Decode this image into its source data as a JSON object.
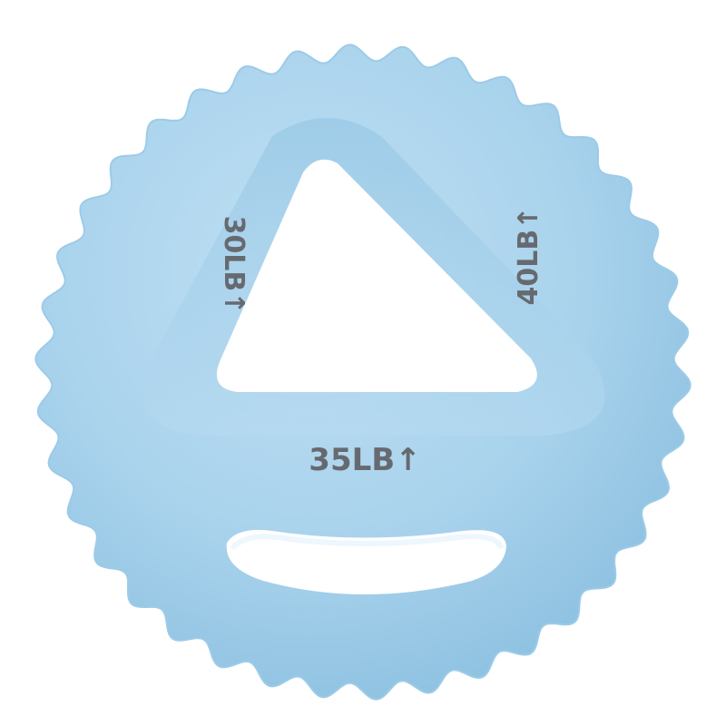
{
  "product": {
    "name_icon": "hand-grip-ring-icon",
    "body_color": "#a9d3ec",
    "body_shade": "#8fc2e2",
    "highlight": "#cfe8f7",
    "text_color": "#666a70"
  },
  "labels": {
    "left": "30LB↑",
    "right": "40LB↑",
    "bottom": "35LB↑"
  }
}
